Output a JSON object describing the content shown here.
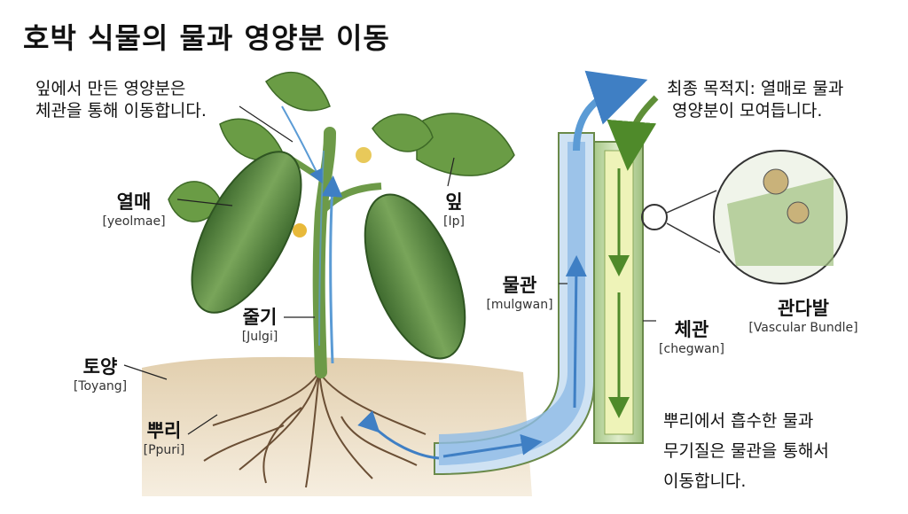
{
  "title": "호박 식물의 물과 영양분 이동",
  "notes": {
    "leaf_note": [
      "잎에서 만든 영양분은",
      "체관을 통해 이동합니다."
    ],
    "dest_note": [
      "최종 목적지: 열매로 물과",
      "영양분이 모여듭니다."
    ],
    "root_note": [
      "뿌리에서 흡수한 물과",
      "무기질은 물관을 통해서",
      "이동합니다."
    ]
  },
  "labels": {
    "fruit": {
      "ko": "열매",
      "ro": "[yeolmae]"
    },
    "leaf": {
      "ko": "잎",
      "ro": "[Ip]"
    },
    "stem": {
      "ko": "줄기",
      "ro": "[Julgi]"
    },
    "soil": {
      "ko": "토양",
      "ro": "[Toyang]"
    },
    "root": {
      "ko": "뿌리",
      "ro": "[Ppuri]"
    },
    "xylem": {
      "ko": "물관",
      "ro": "[mulgwan]"
    },
    "phloem": {
      "ko": "체관",
      "ro": "[chegwan]"
    },
    "bundle": {
      "ko": "관다발",
      "ro": "[Vascular Bundle]"
    }
  },
  "colors": {
    "xylem": "#5b9bd5",
    "phloem": "#6fa33f",
    "leaf": "#5d8f3f",
    "fruit": "#4f7a3a",
    "soil": "#dcc6a4"
  }
}
